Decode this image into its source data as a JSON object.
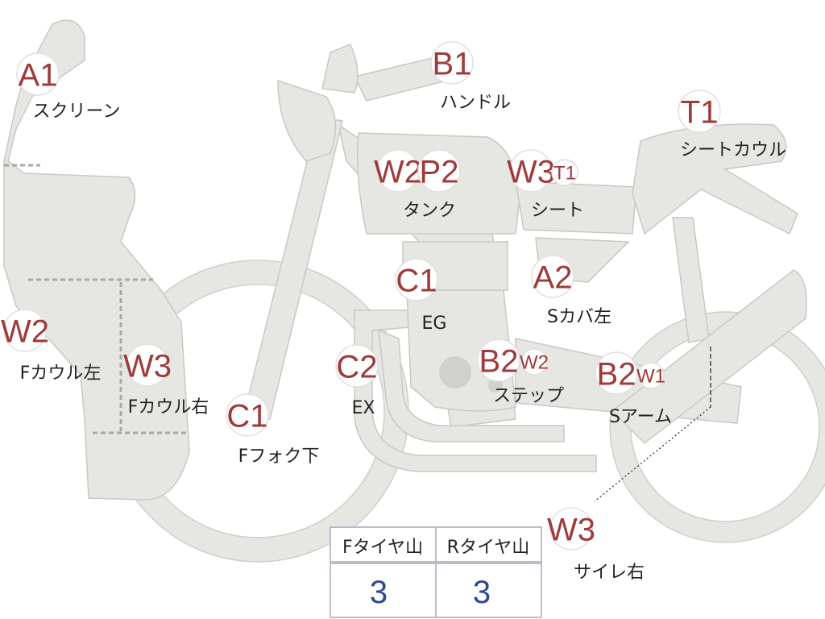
{
  "colors": {
    "body_fill": "#e6e6e3",
    "outline": "#c8c8c5",
    "badge_text": "#9e3a3a",
    "label_text": "#222222",
    "tire_value": "#2c4a8e",
    "table_border": "#b9bec8"
  },
  "parts": [
    {
      "id": "screen",
      "codes": [
        "A1"
      ],
      "label": "スクリーン"
    },
    {
      "id": "handle",
      "codes": [
        "B1"
      ],
      "label": "ハンドル"
    },
    {
      "id": "seat-cowl",
      "codes": [
        "T1"
      ],
      "label": "シートカウル"
    },
    {
      "id": "tank",
      "codes": [
        "W2",
        "P2"
      ],
      "label": "タンク"
    },
    {
      "id": "seat",
      "codes": [
        "W3",
        "T1"
      ],
      "label": "シート"
    },
    {
      "id": "engine",
      "codes": [
        "C1"
      ],
      "label": "EG"
    },
    {
      "id": "side-cover-left",
      "codes": [
        "A2"
      ],
      "label": "Sカバ左"
    },
    {
      "id": "f-cowl-left",
      "codes": [
        "W2"
      ],
      "label": "Fカウル左"
    },
    {
      "id": "f-cowl-right",
      "codes": [
        "W3"
      ],
      "label": "Fカウル右"
    },
    {
      "id": "exhaust",
      "codes": [
        "C2"
      ],
      "label": "EX"
    },
    {
      "id": "step",
      "codes": [
        "B2",
        "W2"
      ],
      "label": "ステップ"
    },
    {
      "id": "swing-arm",
      "codes": [
        "B2",
        "W1"
      ],
      "label": "Sアーム"
    },
    {
      "id": "fork-lower",
      "codes": [
        "C1"
      ],
      "label": "Fフォク下"
    },
    {
      "id": "silencer-right",
      "codes": [
        "W3"
      ],
      "label": "サイレ右"
    }
  ],
  "tire_table": {
    "headers": [
      "Fタイヤ山",
      "Rタイヤ山"
    ],
    "values": [
      "3",
      "3"
    ]
  }
}
